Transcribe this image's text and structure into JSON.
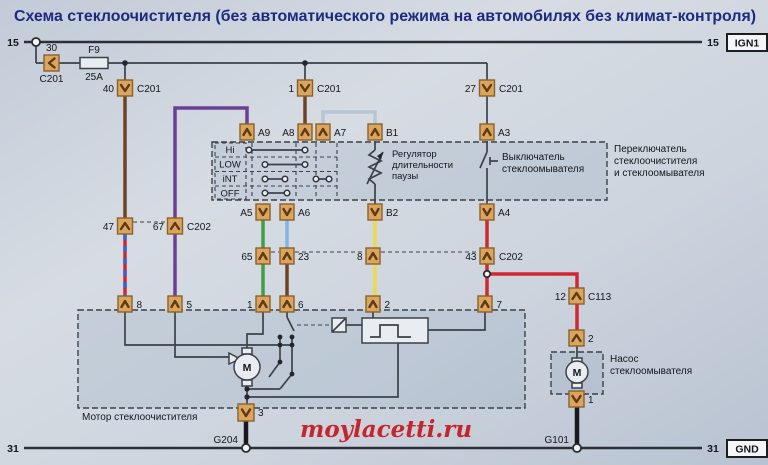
{
  "labels": {
    "title": "Схема стеклоочистителя (без автоматического режима на автомобилях без климат-контроля)",
    "rail15": "15",
    "rail31": "31",
    "ign1": "IGN1",
    "gnd": "GND",
    "g204": "G204",
    "g101": "G101",
    "watermark": "moylacetti.ru"
  },
  "power": {
    "pin30": "30",
    "fuse": "F9",
    "amps": "25A"
  },
  "pins": {
    "c201": "C201",
    "c202": "C202",
    "c113": "C113",
    "p40": "40",
    "p1": "1",
    "p27": "27",
    "a9": "A9",
    "a8": "A8",
    "a7": "A7",
    "b1": "B1",
    "a3": "A3",
    "a5": "A5",
    "a6": "A6",
    "b2": "B2",
    "a4": "A4",
    "p47": "47",
    "p67": "67",
    "p65": "65",
    "p23": "23",
    "p8": "8",
    "p43": "43",
    "m8": "8",
    "m5": "5",
    "m1": "1",
    "m6": "6",
    "m2": "2",
    "m7": "7",
    "m3": "3",
    "p12": "12",
    "w2": "2",
    "w1": "1"
  },
  "components": {
    "switch_positions": [
      "Hi",
      "LOW",
      "iNT",
      "OFF"
    ],
    "regulator": [
      "Регулятор",
      "длительности",
      "паузы"
    ],
    "washer_switch": [
      "Выключатель",
      "стеклоомывателя"
    ],
    "combo_switch": [
      "Переключатель",
      "стеклоочистителя",
      "и стеклоомывателя"
    ],
    "wiper_motor": "Мотор стеклоочистителя",
    "washer_pump": [
      "Насос",
      "стеклоомывателя"
    ],
    "motor_letter": "M"
  },
  "colors": {
    "title_blue": "#1c2b80",
    "watermark_red": "#c5252b",
    "wire_brown": "#6d4326",
    "wire_purple": "#6b3f93",
    "wire_green": "#3f9e44",
    "wire_lightblue": "#85b4e0",
    "wire_yellow": "#f0d84a",
    "wire_red": "#d1272e",
    "wire_stripe_blue": "#3f63c8",
    "wire_jumper": "#b7c6d2",
    "wire_black": "#3b4148",
    "connector_tan": "#dba45f"
  }
}
